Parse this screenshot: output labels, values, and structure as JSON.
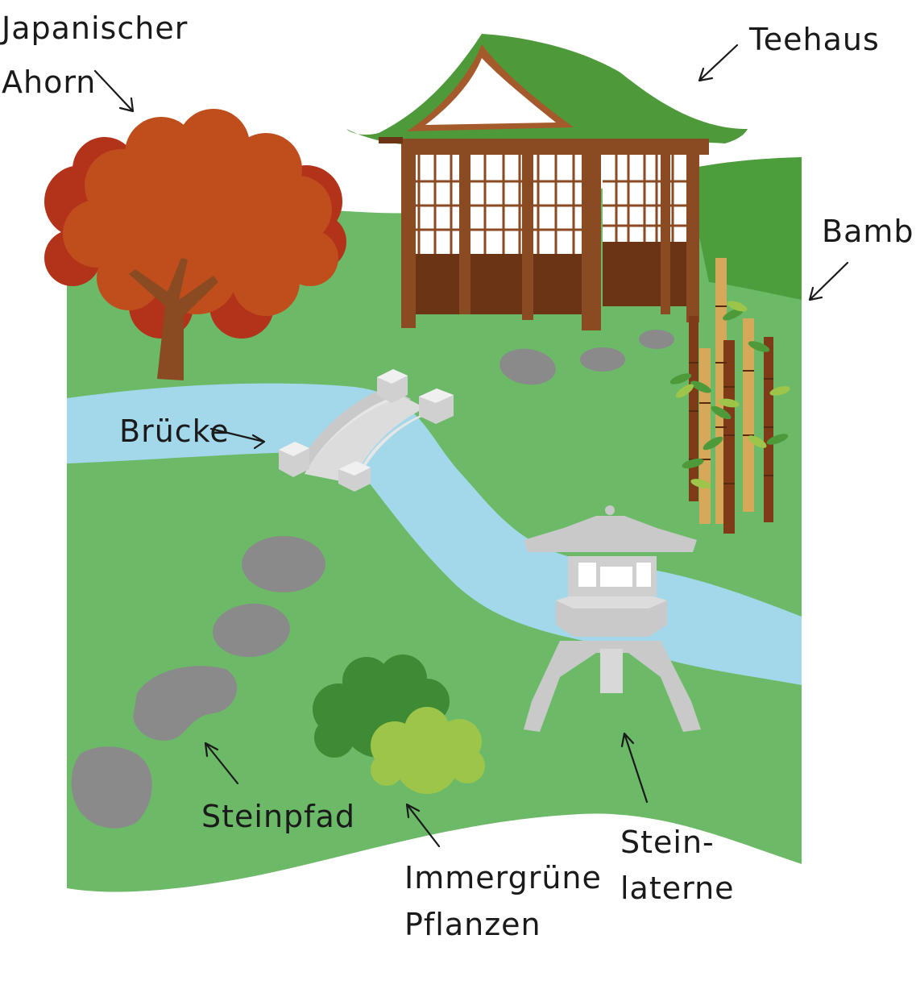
{
  "labels": {
    "maple_line1": "Japanischer",
    "maple_line2": "Ahorn",
    "teahouse": "Teehaus",
    "bamboo": "Bambus",
    "bridge": "Brücke",
    "stone_path": "Steinpfad",
    "evergreen_line1": "Immergrüne",
    "evergreen_line2": "Pflanzen",
    "lantern_line1": "Stein-",
    "lantern_line2": "laterne"
  },
  "colors": {
    "lawn": "#6cba68",
    "lawn_dark": "#4c9e3d",
    "water": "#a3d8ea",
    "maple": "#c04e1c",
    "maple_dark": "#b23319",
    "trunk": "#8a4a22",
    "roof": "#4e9a3b",
    "wood": "#8a4a22",
    "wood_dark": "#6b3415",
    "stone": "#8a8a8a",
    "lantern": "#c9c9c9",
    "shrub_dark": "#3f8a34",
    "shrub_light": "#9cc549",
    "bamboo_tan": "#d5a85a",
    "bamboo_brown": "#7f3a17"
  }
}
